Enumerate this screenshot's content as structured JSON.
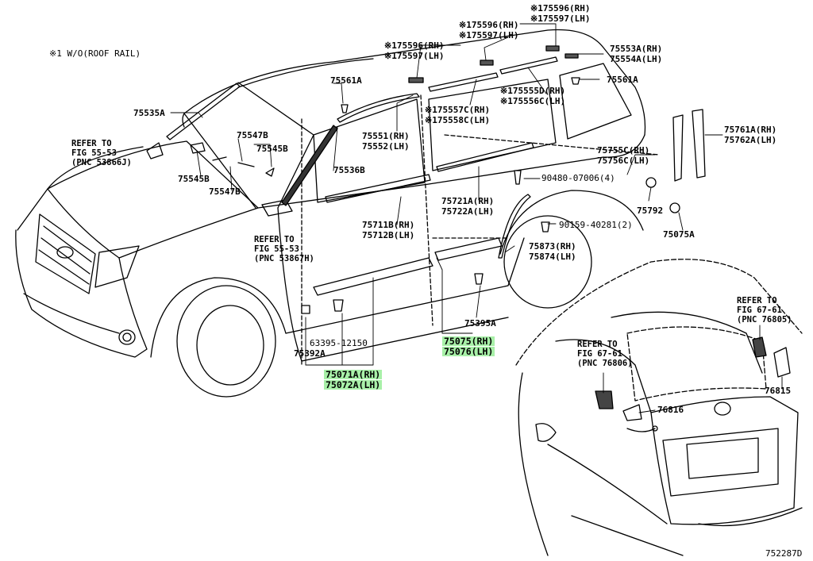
{
  "diagram": {
    "note": "※1 W/O(ROOF RAIL)",
    "illustration_id": "752287D",
    "parts": {
      "p75596rh_a": "※175596(RH)",
      "p75597lh_a": "※175597(LH)",
      "p75596rh_b": "※175596(RH)",
      "p75597lh_b": "※175597(LH)",
      "p75596rh_c": "※175596(RH)",
      "p75597lh_c": "※175597(LH)",
      "p75553a": "75553A(RH)",
      "p75554a": "75554A(LH)",
      "p75561a_top": "75561A",
      "p75561a_right": "75561A",
      "p75535a": "75535A",
      "p75555d": "※175555D(RH)",
      "p75556c": "※175556C(LH)",
      "p75557c": "※175557C(RH)",
      "p75558c": "※175558C(LH)",
      "p75551": "75551(RH)",
      "p75552": "75552(LH)",
      "p75547b_top": "75547B",
      "p75545b_top": "75545B",
      "p75545b_left": "75545B",
      "p75547b_left": "75547B",
      "p75536b": "75536B",
      "p75761a": "75761A(RH)",
      "p75762a": "75762A(LH)",
      "p75755c": "75755C(RH)",
      "p75756c": "75756C(LH)",
      "p90480": "90480-07006(4)",
      "p75792": "75792",
      "p75721a": "75721A(RH)",
      "p75722a": "75722A(LH)",
      "p75711b": "75711B(RH)",
      "p75712b": "75712B(LH)",
      "p90159": "90159-40281(2)",
      "p75075a": "75075A",
      "p75873": "75873(RH)",
      "p75874": "75874(LH)",
      "p75395a": "75395A",
      "p63395": "63395-12150",
      "p75392a": "75392A",
      "p75075rh": "75075(RH)",
      "p75076lh": "75076(LH)",
      "p75071a": "75071A(RH)",
      "p75072a": "75072A(LH)",
      "p76815": "76815",
      "p76816": "76816"
    },
    "refs": {
      "ref1_l1": "REFER TO",
      "ref1_l2": "FIG 55-53",
      "ref1_l3": "(PNC 53866J)",
      "ref2_l1": "REFER TO",
      "ref2_l2": "FIG 55-53",
      "ref2_l3": "(PNC 53867H)",
      "ref3_l1": "REFER TO",
      "ref3_l2": "FIG 67-61",
      "ref3_l3": "(PNC 76806)",
      "ref4_l1": "REFER TO",
      "ref4_l2": "FIG 67-61",
      "ref4_l3": "(PNC 76805)"
    },
    "highlight_color": "#a8f0a8"
  }
}
